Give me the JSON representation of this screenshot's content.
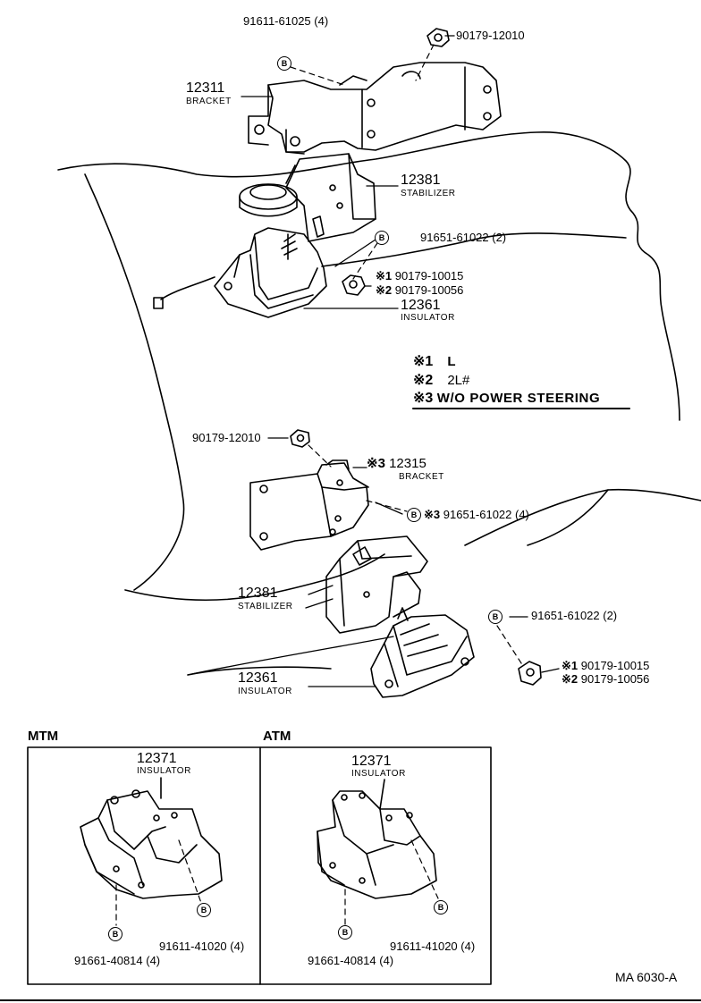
{
  "parts": {
    "bolt_top": "91611-61025 (4)",
    "nut_top": "90179-12010",
    "bracket_num": "12311",
    "bracket_name": "BRACKET",
    "stab_num_1": "12381",
    "stab_name_1": "STABILIZER",
    "bolt_mid": "91651-61022 (2)",
    "nut_mid_1": "90179-10015",
    "nut_mid_2": "90179-10056",
    "ins_num_1": "12361",
    "ins_name_1": "INSULATOR",
    "nut_lower": "90179-12010",
    "bracket2_num": "12315",
    "bracket2_name": "BRACKET",
    "bolt_lower": "91651-61022 (4)",
    "stab_num_2": "12381",
    "stab_name_2": "STABILIZER",
    "bolt_lower2": "91651-61022 (2)",
    "ins_num_2": "12361",
    "ins_name_2": "INSULATOR",
    "nut_low_1": "90179-10015",
    "nut_low_2": "90179-10056"
  },
  "notes": {
    "n1_mark": "※1",
    "n1_text": "L",
    "n2_mark": "※2",
    "n2_text": "2L#",
    "n3_mark": "※3",
    "n3_text": "W/O POWER STEERING",
    "mark1": "※1",
    "mark2": "※2",
    "mark3": "※3",
    "bolt_symbol": "B"
  },
  "mtm": {
    "title": "MTM",
    "ins_num": "12371",
    "ins_name": "INSULATOR",
    "bolt_a": "91611-41020 (4)",
    "bolt_b": "91661-40814 (4)"
  },
  "atm": {
    "title": "ATM",
    "ins_num": "12371",
    "ins_name": "INSULATOR",
    "bolt_a": "91611-41020 (4)",
    "bolt_b": "91661-40814 (4)"
  },
  "footer": {
    "code": "MA  6030-A"
  }
}
